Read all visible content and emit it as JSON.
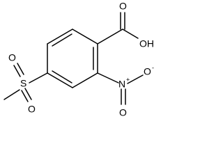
{
  "molecule": {
    "atoms": {
      "carboxyl_oxygen_double": "O",
      "carboxyl_hydroxyl": "OH",
      "nitro_nitrogen": "N",
      "nitro_nitrogen_charge": "+",
      "nitro_oxygen_single": "O",
      "nitro_oxygen_charge": "-",
      "nitro_oxygen_double": "O",
      "sulfonyl_sulfur": "S",
      "sulfonyl_oxygen_top": "O",
      "sulfonyl_oxygen_bottom": "O"
    }
  }
}
